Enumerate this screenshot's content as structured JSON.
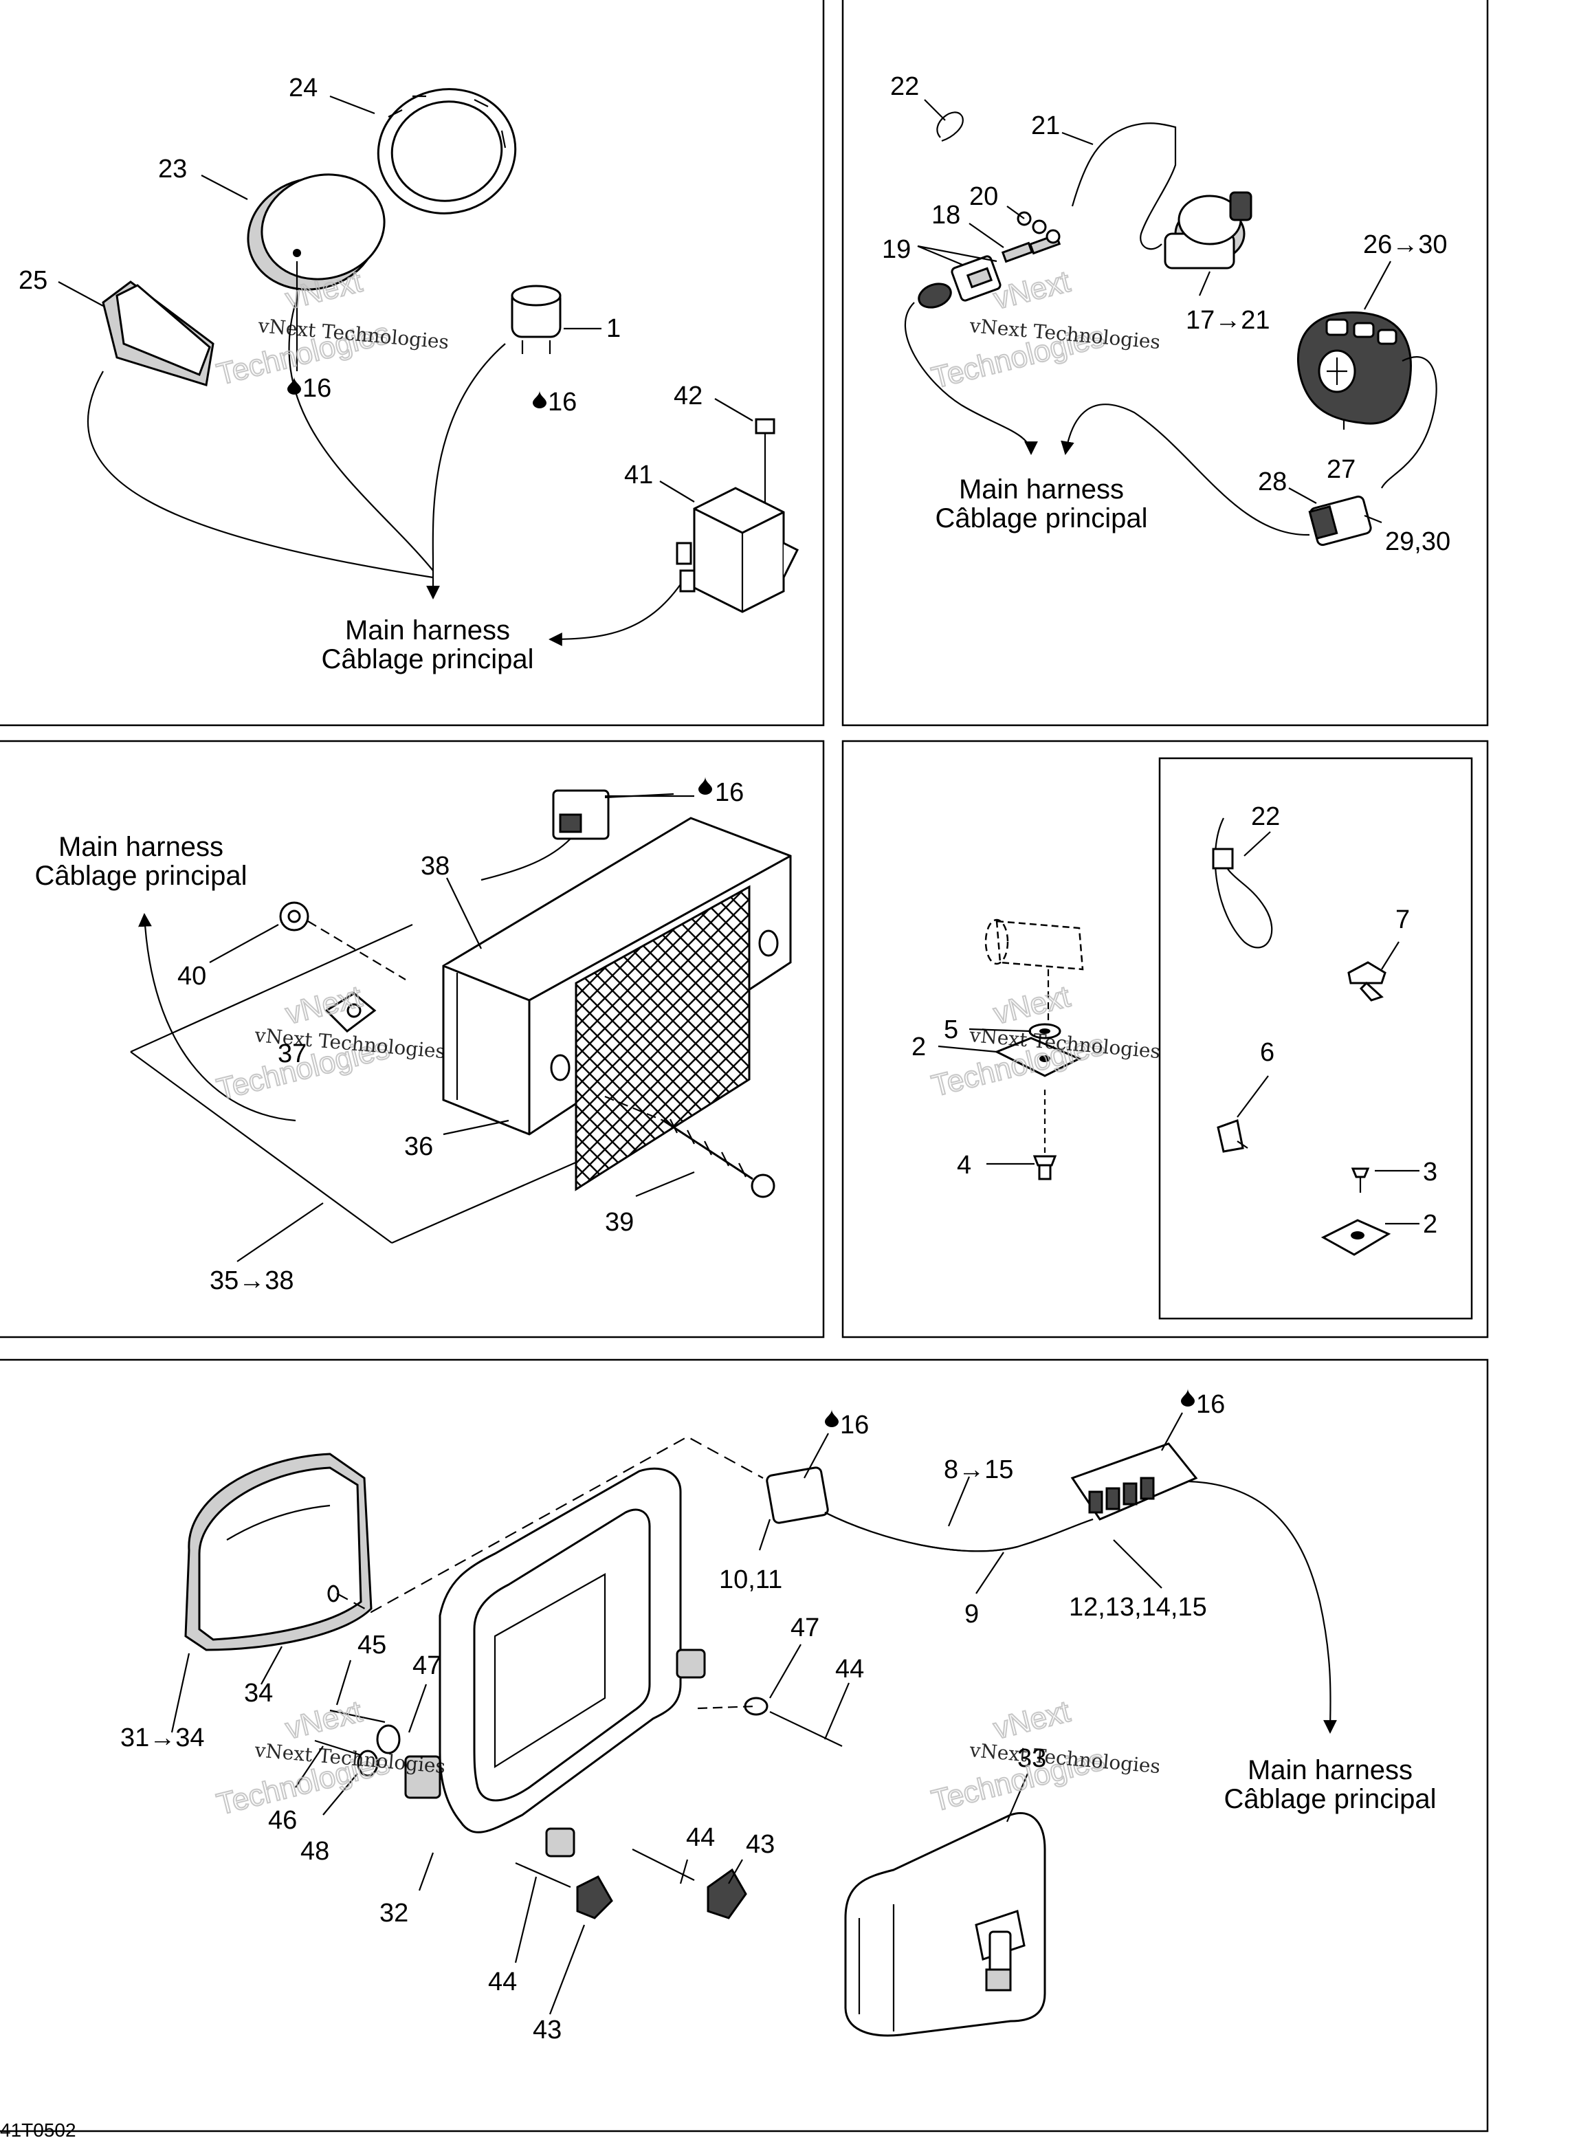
{
  "callouts": {
    "p1_24": "24",
    "p1_23": "23",
    "p1_25": "25",
    "p1_1": "1",
    "p1_16a": "16",
    "p1_16b": "16",
    "p1_42": "42",
    "p1_41": "41",
    "p2_22": "22",
    "p2_21": "21",
    "p2_20": "20",
    "p2_18": "18",
    "p2_19": "19",
    "p2_17_21": "17→21",
    "p2_26_30": "26→30",
    "p2_27": "27",
    "p2_28": "28",
    "p2_29_30": "29,30",
    "p3_16": "16",
    "p3_38": "38",
    "p3_40": "40",
    "p3_37": "37",
    "p3_36": "36",
    "p3_39": "39",
    "p3_35_38": "35→38",
    "p4_22": "22",
    "p4_7": "7",
    "p4_5": "5",
    "p4_2a": "2",
    "p4_6": "6",
    "p4_4": "4",
    "p4_3": "3",
    "p4_2b": "2",
    "p5_16a": "16",
    "p5_16b": "16",
    "p5_8_15": "8→15",
    "p5_10_11": "10,11",
    "p5_9": "9",
    "p5_12_15": "12,13,14,15",
    "p5_34": "34",
    "p5_45": "45",
    "p5_47a": "47",
    "p5_47b": "47",
    "p5_44a": "44",
    "p5_31_34": "31→34",
    "p5_46": "46",
    "p5_48": "48",
    "p5_32": "32",
    "p5_44b": "44",
    "p5_43a": "43",
    "p5_44c": "44",
    "p5_43b": "43",
    "p5_33": "33"
  },
  "harness": {
    "line1": "Main harness",
    "line2": "Câblage principal"
  },
  "watermark": {
    "line1": "vNext Technologies",
    "line2": "vNext",
    "line3": "Technologies"
  },
  "footer_code": "41T0502"
}
